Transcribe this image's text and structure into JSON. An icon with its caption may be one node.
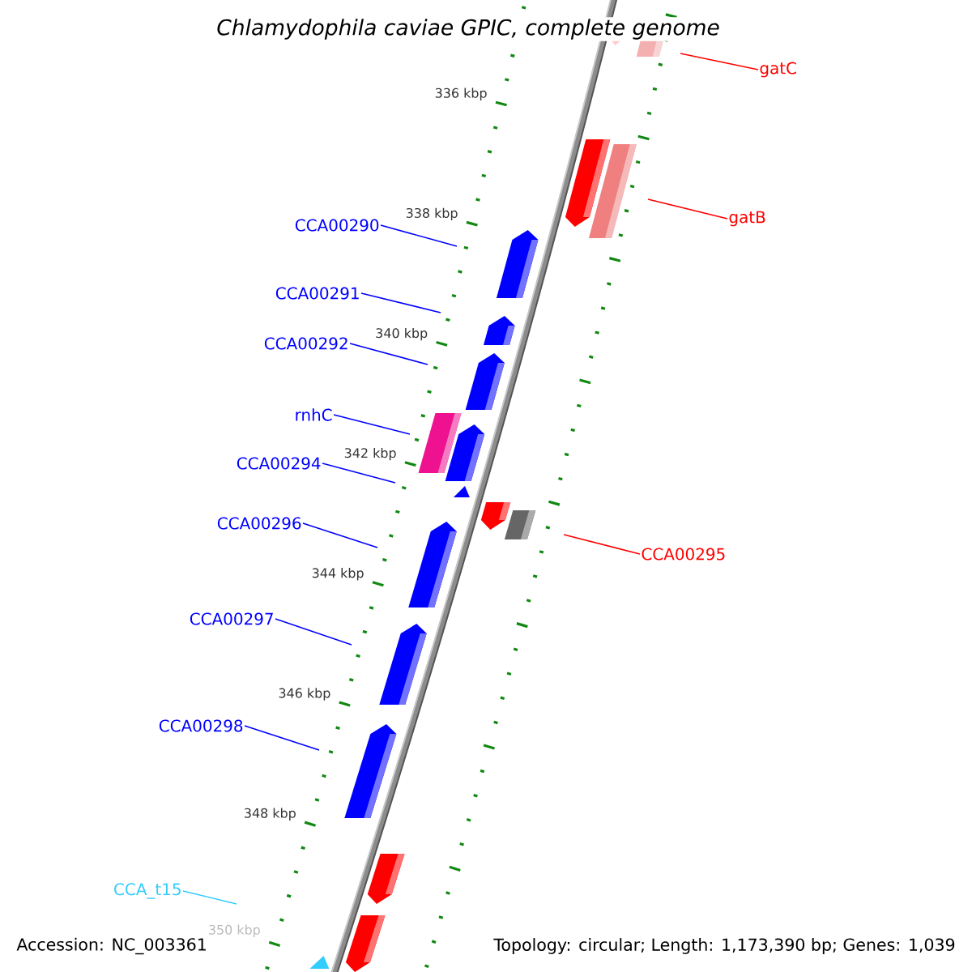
{
  "diagram": {
    "title": "Chlamydophila caviae GPIC, complete genome",
    "nodes": [
      {
        "text": [
          "CCA00290"
        ]
      },
      {
        "text": [
          "CCA00291"
        ]
      },
      {
        "text": [
          "CCA00292"
        ]
      },
      {
        "text": [
          "rnhC"
        ]
      },
      {
        "text": [
          "CCA00294"
        ]
      },
      {
        "text": [
          "CCA00296"
        ]
      },
      {
        "text": [
          "CCA00297"
        ]
      },
      {
        "text": [
          "CCA00298"
        ]
      },
      {
        "text": [
          "CCA_t15"
        ]
      },
      {
        "text": [
          "gatC"
        ]
      },
      {
        "text": [
          "gatB"
        ]
      },
      {
        "text": [
          "CCA00295"
        ]
      }
    ],
    "edges": [
      {
        "from": 0,
        "to": null,
        "arrow": "none"
      },
      {
        "from": 1,
        "to": null,
        "arrow": "none"
      },
      {
        "from": 2,
        "to": null,
        "arrow": "none"
      },
      {
        "from": 3,
        "to": null,
        "arrow": "none"
      },
      {
        "from": 4,
        "to": null,
        "arrow": "none"
      },
      {
        "from": 5,
        "to": null,
        "arrow": "none"
      },
      {
        "from": 6,
        "to": null,
        "arrow": "none"
      },
      {
        "from": 7,
        "to": null,
        "arrow": "none"
      },
      {
        "from": 8,
        "to": null,
        "arrow": "none",
        "color": "#33ccff"
      },
      {
        "from": 9,
        "to": null,
        "arrow": "none",
        "color": "#ff0000"
      },
      {
        "from": 10,
        "to": null,
        "arrow": "none",
        "color": "#ff0000"
      },
      {
        "from": 11,
        "to": null,
        "arrow": "none",
        "color": "#ff0000"
      }
    ],
    "labels": [
      "336 kbp",
      "338 kbp",
      "340 kbp",
      "342 kbp",
      "344 kbp",
      "346 kbp",
      "348 kbp",
      "350 kbp",
      "Accession: NC_003361",
      "Topology: circular; Length: 1,173,390 bp; Genes: 1,039"
    ]
  }
}
